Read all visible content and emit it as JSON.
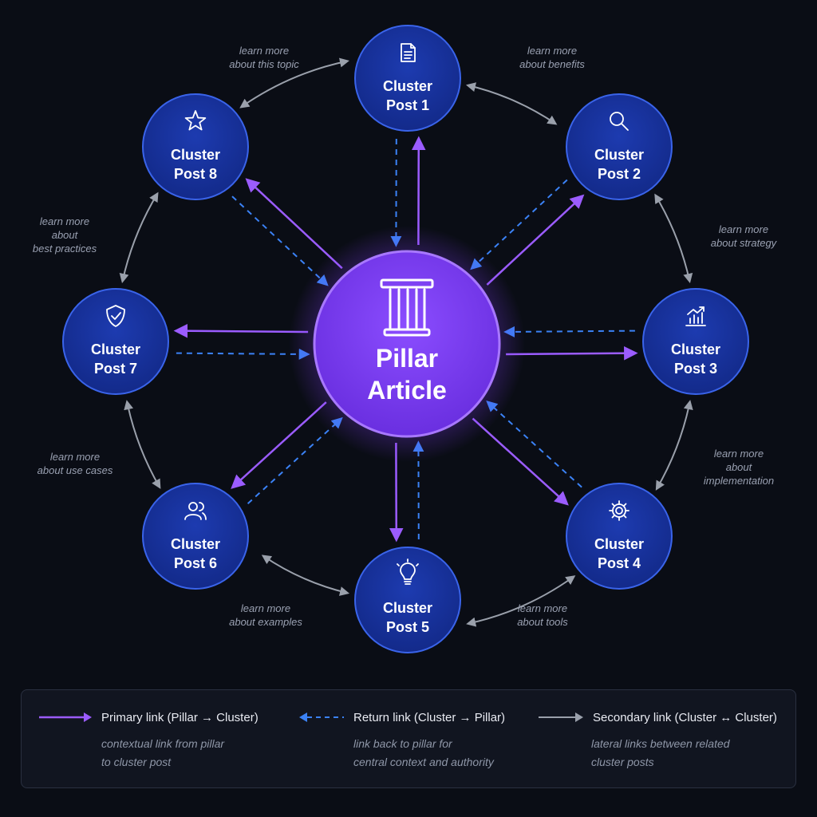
{
  "pillar": {
    "line1": "Pillar",
    "line2": "Article",
    "icon": "pillar-column-icon"
  },
  "clusters": [
    {
      "line1": "Cluster",
      "line2": "Post 1",
      "icon": "document-icon"
    },
    {
      "line1": "Cluster",
      "line2": "Post 2",
      "icon": "search-icon"
    },
    {
      "line1": "Cluster",
      "line2": "Post 3",
      "icon": "bar-chart-icon"
    },
    {
      "line1": "Cluster",
      "line2": "Post 4",
      "icon": "gear-icon"
    },
    {
      "line1": "Cluster",
      "line2": "Post 5",
      "icon": "lightbulb-icon"
    },
    {
      "line1": "Cluster",
      "line2": "Post 6",
      "icon": "users-icon"
    },
    {
      "line1": "Cluster",
      "line2": "Post 7",
      "icon": "shield-check-icon"
    },
    {
      "line1": "Cluster",
      "line2": "Post 8",
      "icon": "star-icon"
    }
  ],
  "connection_labels": [
    {
      "lines": [
        "learn more",
        "about benefits"
      ]
    },
    {
      "lines": [
        "learn more",
        "about strategy"
      ]
    },
    {
      "lines": [
        "learn more",
        "about",
        "implementation"
      ]
    },
    {
      "lines": [
        "learn more",
        "about tools"
      ]
    },
    {
      "lines": [
        "learn more",
        "about examples"
      ]
    },
    {
      "lines": [
        "learn more",
        "about use cases"
      ]
    },
    {
      "lines": [
        "learn more",
        "about",
        "best practices"
      ]
    },
    {
      "lines": [
        "learn more",
        "about this topic"
      ]
    }
  ],
  "legend": {
    "primary": {
      "title": "Primary link (Pillar → Cluster)",
      "desc_lines": [
        "contextual link from pillar",
        "to cluster post"
      ]
    },
    "return": {
      "title": "Return link (Cluster → Pillar)",
      "desc_lines": [
        "link back to pillar for",
        "central context and authority"
      ]
    },
    "secondary": {
      "title": "Secondary link (Cluster ↔ Cluster)",
      "desc_lines": [
        "lateral links between related",
        "cluster posts"
      ]
    }
  },
  "colors": {
    "background": "#0a0d15",
    "primary_link": "#9b5cff",
    "return_link": "#3b82f6",
    "secondary_link": "#9aa0ab",
    "cluster_fill": "#17309a",
    "cluster_border": "#3a64ea",
    "pillar_fill": "#7c3aed"
  }
}
